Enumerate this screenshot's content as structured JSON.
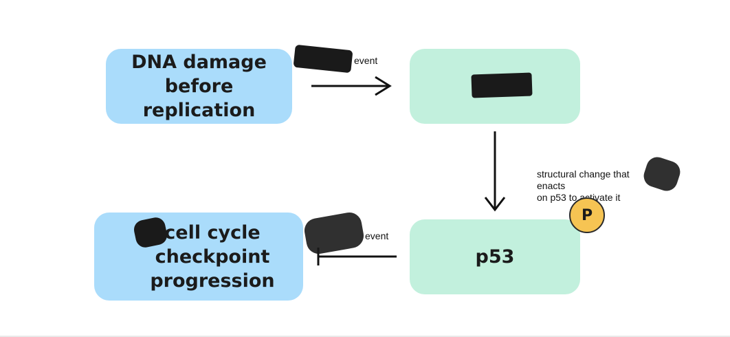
{
  "diagram": {
    "nodes": {
      "dna_damage": {
        "label": "DNA damage\nbefore replication"
      },
      "kinase": {
        "label": ""
      },
      "p53": {
        "label": "p53"
      },
      "checkpoint": {
        "label": "cell cycle\ncheckpoint\nprogression"
      }
    },
    "edges": {
      "top_arrow_label": "event",
      "inhibit_label": "event",
      "p53_change_label": "structural change that\nenacts\non p53 to activate it"
    },
    "badge": {
      "label": "P"
    },
    "colors": {
      "blue_node": "#aadcfb",
      "green_node": "#c2f0dd",
      "badge": "#f6c453"
    }
  }
}
